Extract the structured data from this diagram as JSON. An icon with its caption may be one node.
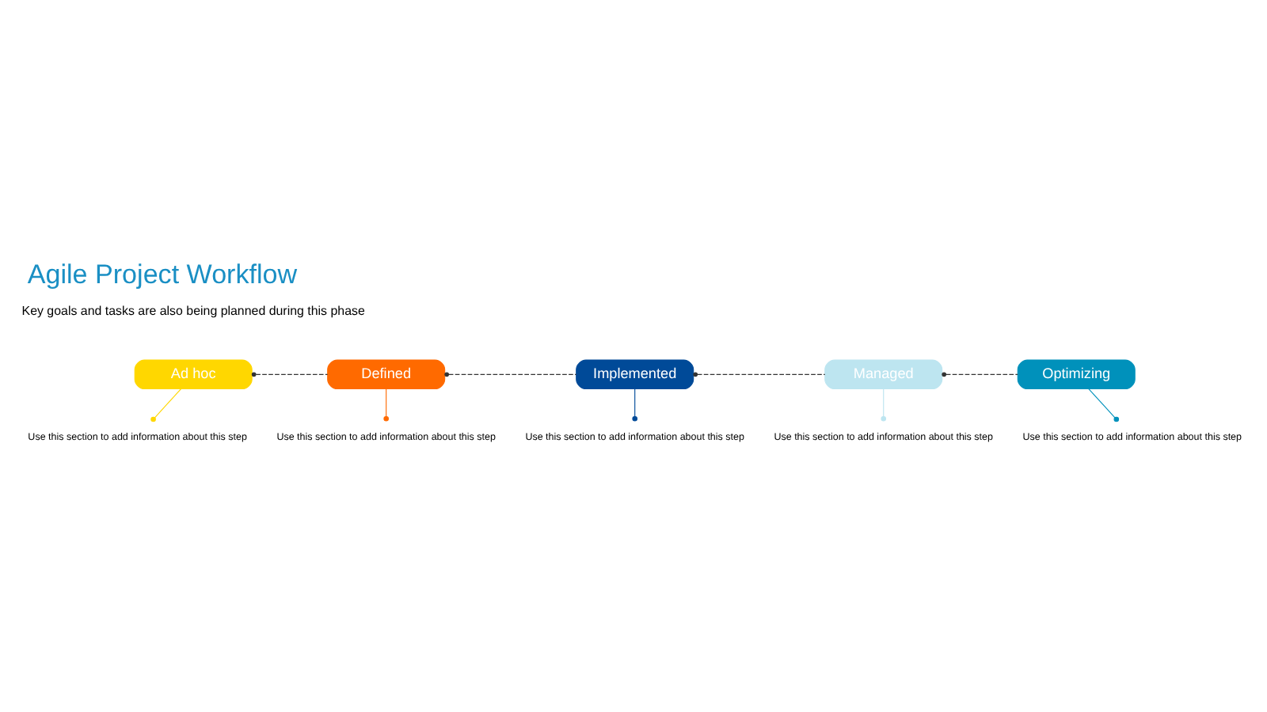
{
  "diagram": {
    "title": "Agile Project Workflow",
    "nodes": [
      {
        "text": [
          "Ad hoc"
        ]
      },
      {
        "text": [
          "Defined"
        ]
      },
      {
        "text": [
          "Implemented"
        ]
      },
      {
        "text": [
          "Managed"
        ]
      },
      {
        "text": [
          "Optimizing"
        ]
      },
      {
        "text": [
          "Use this section to add information about this step"
        ]
      },
      {
        "text": [
          "Use this section to add information about this step"
        ]
      },
      {
        "text": [
          "Use this section to add information about this step"
        ]
      },
      {
        "text": [
          "Use this section to add information about this step"
        ]
      },
      {
        "text": [
          "Use this section to add information about this step"
        ]
      }
    ],
    "edges": [
      {
        "from": 0,
        "to": 1,
        "arrow": "other",
        "style": "dashed"
      },
      {
        "from": 1,
        "to": 2,
        "arrow": "other",
        "style": "dashed"
      },
      {
        "from": 2,
        "to": 3,
        "arrow": "other",
        "style": "dashed"
      },
      {
        "from": 3,
        "to": 4,
        "arrow": "other",
        "style": "dashed"
      },
      {
        "from": 0,
        "to": 5,
        "arrow": "other",
        "color": "#ffd700"
      },
      {
        "from": 1,
        "to": 6,
        "arrow": "other",
        "color": "#ff6a00"
      },
      {
        "from": 2,
        "to": 7,
        "arrow": "other",
        "color": "#004a98"
      },
      {
        "from": 3,
        "to": 8,
        "arrow": "other",
        "color": "#bde5f0"
      },
      {
        "from": 4,
        "to": 9,
        "arrow": "other",
        "color": "#0091bb"
      }
    ],
    "labels": [
      "Key goals and tasks are also being planned during this phase"
    ]
  }
}
